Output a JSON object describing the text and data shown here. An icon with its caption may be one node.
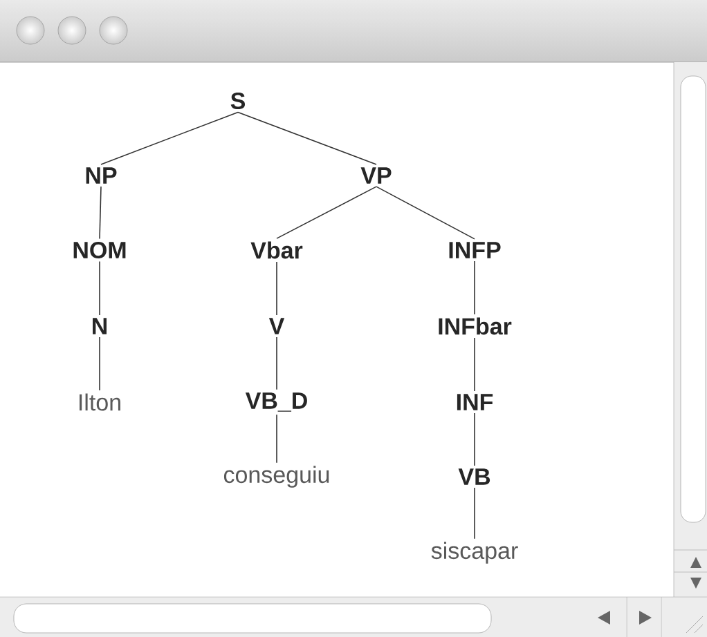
{
  "diagram": {
    "nodes": [
      {
        "text": [
          "S"
        ]
      },
      {
        "text": [
          "NP"
        ]
      },
      {
        "text": [
          "VP"
        ]
      },
      {
        "text": [
          "NOM"
        ]
      },
      {
        "text": [
          "Vbar"
        ]
      },
      {
        "text": [
          "INFP"
        ]
      },
      {
        "text": [
          "N"
        ]
      },
      {
        "text": [
          "V"
        ]
      },
      {
        "text": [
          "INFbar"
        ]
      },
      {
        "text": [
          "Ilton"
        ]
      },
      {
        "text": [
          "VB_D"
        ]
      },
      {
        "text": [
          "INF"
        ]
      },
      {
        "text": [
          "conseguiu"
        ]
      },
      {
        "text": [
          "VB"
        ]
      },
      {
        "text": [
          "siscapar"
        ]
      }
    ],
    "edges": [
      {
        "from": 0,
        "to": 1,
        "arrow": "none"
      },
      {
        "from": 0,
        "to": 2,
        "arrow": "none"
      },
      {
        "from": 1,
        "to": 3,
        "arrow": "none"
      },
      {
        "from": 2,
        "to": 4,
        "arrow": "none"
      },
      {
        "from": 2,
        "to": 5,
        "arrow": "none"
      },
      {
        "from": 3,
        "to": 6,
        "arrow": "none"
      },
      {
        "from": 4,
        "to": 7,
        "arrow": "none"
      },
      {
        "from": 5,
        "to": 8,
        "arrow": "none"
      },
      {
        "from": 6,
        "to": 9,
        "arrow": "none"
      },
      {
        "from": 7,
        "to": 10,
        "arrow": "none"
      },
      {
        "from": 8,
        "to": 11,
        "arrow": "none"
      },
      {
        "from": 10,
        "to": 12,
        "arrow": "none"
      },
      {
        "from": 11,
        "to": 13,
        "arrow": "none"
      },
      {
        "from": 13,
        "to": 14,
        "arrow": "none"
      }
    ]
  }
}
